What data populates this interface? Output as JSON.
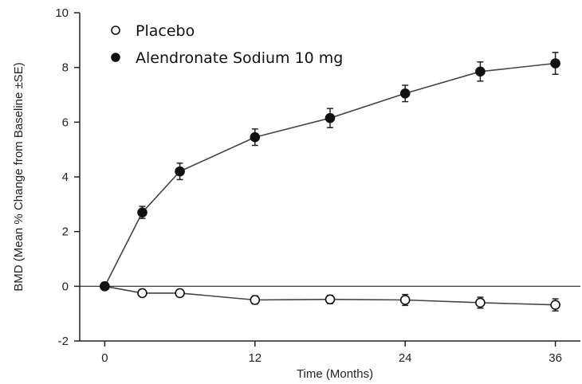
{
  "chart_data": {
    "type": "line",
    "xlabel": "Time (Months)",
    "ylabel": "BMD (Mean % Change from Baseline ±SE)",
    "xlim": [
      -2,
      38
    ],
    "ylim": [
      -2,
      10
    ],
    "xticks": [
      0,
      12,
      24,
      36
    ],
    "yticks": [
      -2,
      0,
      2,
      4,
      6,
      8,
      10
    ],
    "zero_line": true,
    "grid": false,
    "legend_position": "top-left",
    "series": [
      {
        "name": "Placebo",
        "marker": "open-circle",
        "color": "#111111",
        "x": [
          0,
          3,
          6,
          12,
          18,
          24,
          30,
          36
        ],
        "values": [
          0,
          -0.25,
          -0.25,
          -0.5,
          -0.48,
          -0.5,
          -0.6,
          -0.68
        ],
        "error": [
          0,
          0.08,
          0.1,
          0.15,
          0.15,
          0.2,
          0.2,
          0.22
        ]
      },
      {
        "name": "Alendronate Sodium 10 mg",
        "marker": "filled-circle",
        "color": "#111111",
        "x": [
          0,
          3,
          6,
          12,
          18,
          24,
          30,
          36
        ],
        "values": [
          0,
          2.7,
          4.2,
          5.45,
          6.15,
          7.05,
          7.85,
          8.15
        ],
        "error": [
          0,
          0.22,
          0.3,
          0.3,
          0.35,
          0.3,
          0.35,
          0.4
        ]
      }
    ]
  }
}
